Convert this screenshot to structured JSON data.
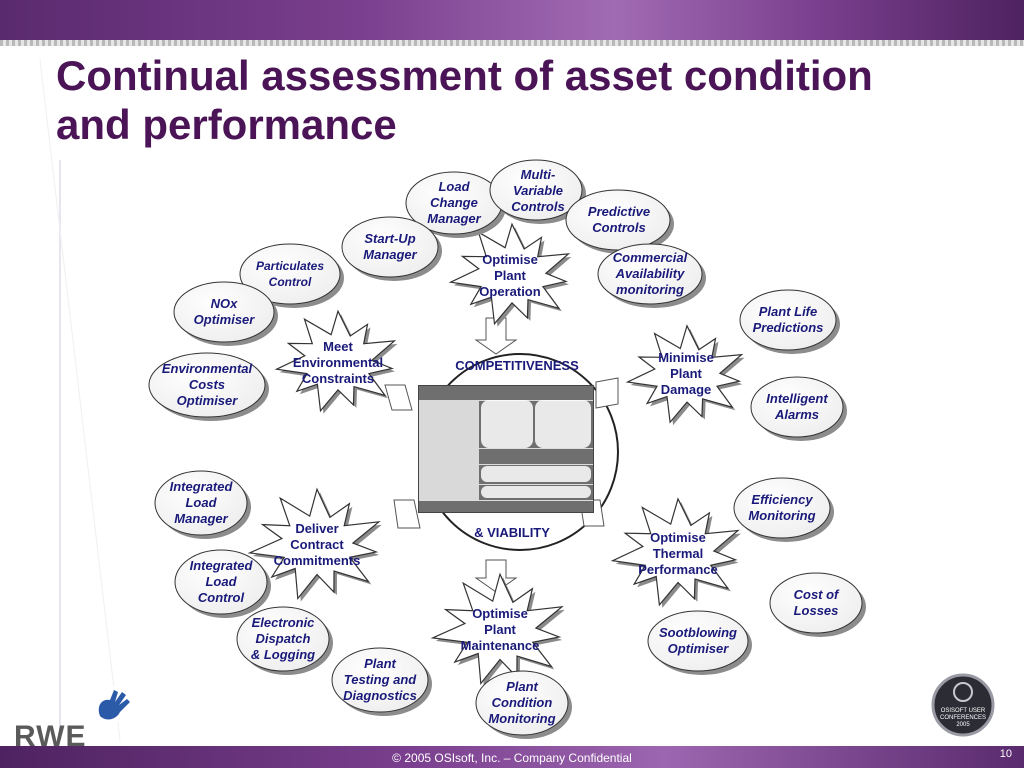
{
  "title": {
    "line1": "Continual assessment of asset condition",
    "line2": "and performance"
  },
  "center": {
    "top_label": "COMPETITIVENESS",
    "bottom_label": "& VIABILITY"
  },
  "stars": [
    {
      "id": "operation",
      "lines": [
        "Optimise",
        "Plant",
        "Operation"
      ]
    },
    {
      "id": "damage",
      "lines": [
        "Minimise",
        "Plant",
        "Damage"
      ]
    },
    {
      "id": "thermal",
      "lines": [
        "Optimise",
        "Thermal",
        "Performance"
      ]
    },
    {
      "id": "maintenance",
      "lines": [
        "Optimise",
        "Plant",
        "Maintenance"
      ]
    },
    {
      "id": "contract",
      "lines": [
        "Deliver",
        "Contract",
        "Commitments"
      ]
    },
    {
      "id": "environmental",
      "lines": [
        "Meet",
        "Environmental",
        "Constraints"
      ]
    }
  ],
  "ovals": [
    {
      "id": "load-change",
      "lines": [
        "Load",
        "Change",
        "Manager"
      ]
    },
    {
      "id": "multi-variable",
      "lines": [
        "Multi-",
        "Variable",
        "Controls"
      ]
    },
    {
      "id": "predictive",
      "lines": [
        "Predictive",
        "Controls"
      ]
    },
    {
      "id": "start-up",
      "lines": [
        "Start-Up",
        "Manager"
      ]
    },
    {
      "id": "commercial",
      "lines": [
        "Commercial",
        "Availability",
        "monitoring"
      ]
    },
    {
      "id": "particulates",
      "lines": [
        "Particulates",
        "Control"
      ]
    },
    {
      "id": "nox",
      "lines": [
        "NOx",
        "Optimiser"
      ]
    },
    {
      "id": "plant-life",
      "lines": [
        "Plant Life",
        "Predictions"
      ]
    },
    {
      "id": "environmental-costs",
      "lines": [
        "Environmental",
        "Costs",
        "Optimiser"
      ]
    },
    {
      "id": "intelligent-alarms",
      "lines": [
        "Intelligent",
        "Alarms"
      ]
    },
    {
      "id": "integrated-load-manager",
      "lines": [
        "Integrated",
        "Load",
        "Manager"
      ]
    },
    {
      "id": "efficiency",
      "lines": [
        "Efficiency",
        "Monitoring"
      ]
    },
    {
      "id": "integrated-load-control",
      "lines": [
        "Integrated",
        "Load",
        "Control"
      ]
    },
    {
      "id": "cost-of-losses",
      "lines": [
        "Cost of",
        "Losses"
      ]
    },
    {
      "id": "electronic-dispatch",
      "lines": [
        "Electronic",
        "Dispatch",
        "& Logging"
      ]
    },
    {
      "id": "sootblowing",
      "lines": [
        "Sootblowing",
        "Optimiser"
      ]
    },
    {
      "id": "plant-testing",
      "lines": [
        "Plant",
        "Testing and",
        "Diagnostics"
      ]
    },
    {
      "id": "plant-condition",
      "lines": [
        "Plant",
        "Condition",
        "Monitoring"
      ]
    }
  ],
  "footer": {
    "copyright": "© 2005 OSIsoft, Inc. – Company Confidential",
    "page": "10"
  },
  "logos": {
    "rwe": "RWE",
    "osisoft": [
      "OSISOFT USER",
      "CONFERENCES",
      "2005"
    ]
  },
  "colors": {
    "title": "#4a1456",
    "text": "#1a1a7a",
    "band": "#7a3f8e"
  }
}
